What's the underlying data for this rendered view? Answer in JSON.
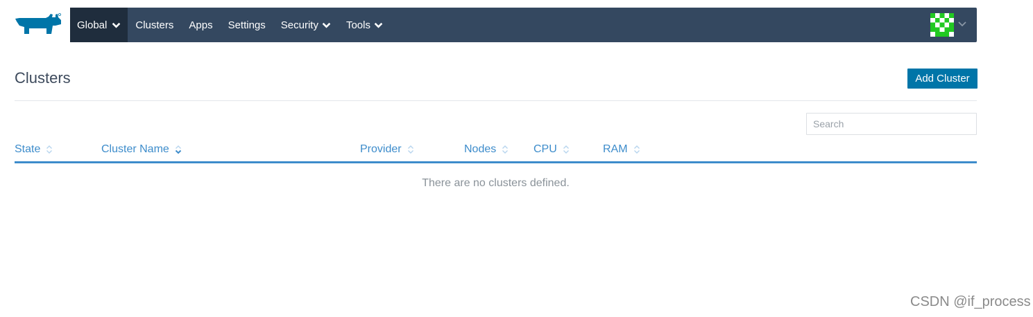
{
  "brand": {
    "logo_icon": "rancher-cow-logo-icon",
    "color": "#0075a8"
  },
  "nav": {
    "items": [
      {
        "label": "Global",
        "has_menu": true,
        "active": true
      },
      {
        "label": "Clusters",
        "has_menu": false
      },
      {
        "label": "Apps",
        "has_menu": false
      },
      {
        "label": "Settings",
        "has_menu": false
      },
      {
        "label": "Security",
        "has_menu": true
      },
      {
        "label": "Tools",
        "has_menu": true
      }
    ],
    "background": "#344860",
    "active_background": "#1f2d3d"
  },
  "user": {
    "avatar_icon": "identicon-avatar-icon",
    "avatar_color": "#22c922",
    "menu_icon": "chevron-down-icon"
  },
  "page": {
    "title": "Clusters",
    "add_button_label": "Add Cluster"
  },
  "search": {
    "placeholder": "Search",
    "value": ""
  },
  "table": {
    "columns": [
      {
        "label": "State",
        "sorted": false
      },
      {
        "label": "Cluster Name",
        "sorted": true,
        "direction": "desc"
      },
      {
        "label": "Provider",
        "sorted": false
      },
      {
        "label": "Nodes",
        "sorted": false
      },
      {
        "label": "CPU",
        "sorted": false
      },
      {
        "label": "RAM",
        "sorted": false
      }
    ],
    "rows": [],
    "empty_message": "There are no clusters defined.",
    "accent": "#3d8ccb"
  },
  "watermark": "CSDN @if_process"
}
